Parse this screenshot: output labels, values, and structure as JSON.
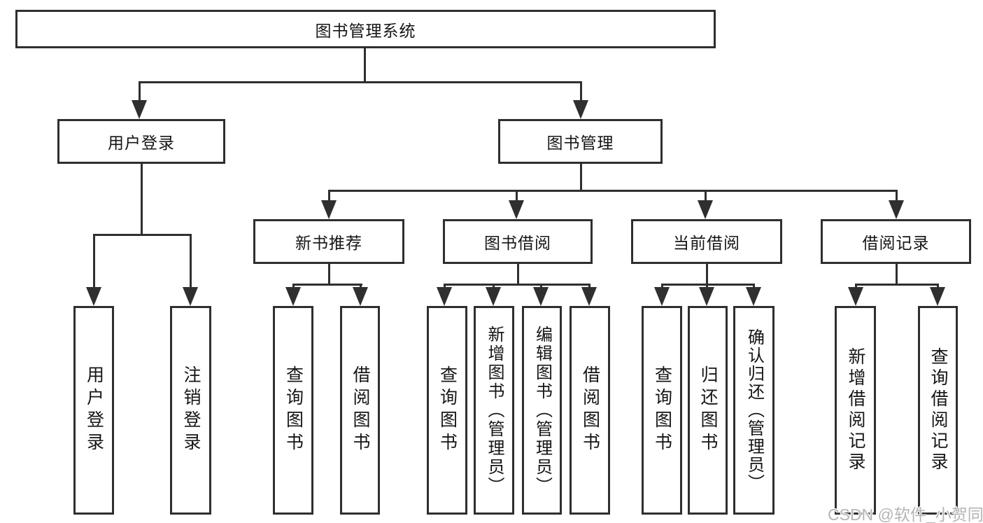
{
  "diagram": {
    "root": {
      "label": "图书管理系统"
    },
    "level1": [
      {
        "label": "用户登录"
      },
      {
        "label": "图书管理"
      }
    ],
    "level2": [
      {
        "label": "新书推荐",
        "parent": "图书管理"
      },
      {
        "label": "图书借阅",
        "parent": "图书管理"
      },
      {
        "label": "当前借阅",
        "parent": "图书管理"
      },
      {
        "label": "借阅记录",
        "parent": "图书管理"
      }
    ],
    "leaves": [
      {
        "label": "用户登录",
        "parent": "用户登录"
      },
      {
        "label": "注销登录",
        "parent": "用户登录"
      },
      {
        "label": "查询图书",
        "parent": "新书推荐"
      },
      {
        "label": "借阅图书",
        "parent": "新书推荐"
      },
      {
        "label": "查询图书",
        "parent": "图书借阅"
      },
      {
        "label": "新增图书（管理员）",
        "parent": "图书借阅"
      },
      {
        "label": "编辑图书（管理员）",
        "parent": "图书借阅"
      },
      {
        "label": "借阅图书",
        "parent": "图书借阅"
      },
      {
        "label": "查询图书",
        "parent": "当前借阅"
      },
      {
        "label": "归还图书",
        "parent": "当前借阅"
      },
      {
        "label": "确认归还（管理员）",
        "parent": "当前借阅"
      },
      {
        "label": "新增借阅记录",
        "parent": "借阅记录"
      },
      {
        "label": "查询借阅记录",
        "parent": "借阅记录"
      }
    ],
    "watermark": "CSDN @软件_小贺同学",
    "colors": {
      "line": "#2f2f2f",
      "box_fill": "#ffffff",
      "text": "#151515",
      "watermark": "#b5b5b5"
    }
  }
}
